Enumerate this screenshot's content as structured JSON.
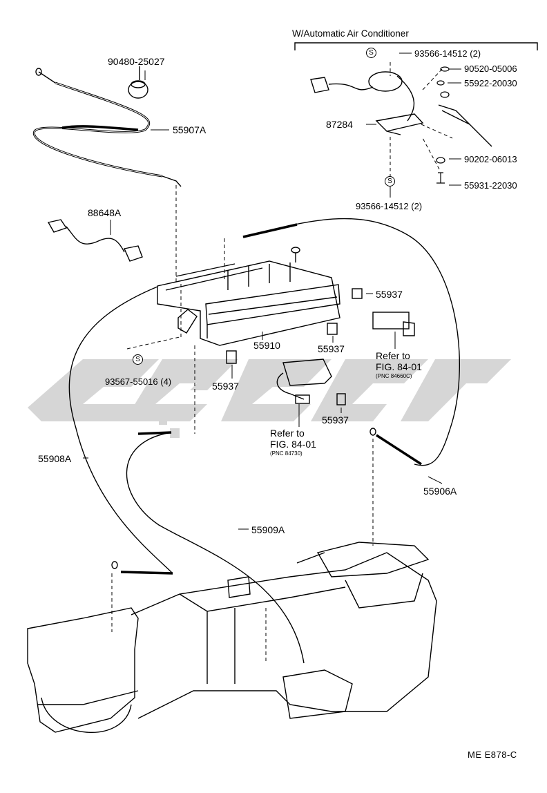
{
  "header": {
    "title": "W/Automatic Air Conditioner"
  },
  "parts": {
    "p90480": "90480-25027",
    "p55907A": "55907A",
    "p88648A": "88648A",
    "p93566a": "93566-14512 (2)",
    "p90520": "90520-05006",
    "p55922": "55922-20030",
    "p87284": "87284",
    "p90202": "90202-06013",
    "p55931": "55931-22030",
    "p93566b": "93566-14512 (2)",
    "p55937a": "55937",
    "p55910": "55910",
    "p55937b": "55937",
    "p93567": "93567-55016 (4)",
    "p55937c": "55937",
    "p55937d": "55937",
    "p55908A": "55908A",
    "p55906A": "55906A",
    "p55909A": "55909A"
  },
  "refs": {
    "ref1_line1": "Refer to",
    "ref1_line2": "FIG. 84-01",
    "ref1_pnc": "(PNC 84660C)",
    "ref2_line1": "Refer to",
    "ref2_line2": "FIG. 84-01",
    "ref2_pnc": "(PNC 84730)"
  },
  "symbols": {
    "s": "S"
  },
  "footer": {
    "code": "ME  E878-C"
  },
  "colors": {
    "line": "#000000",
    "watermark": "#c8c8c8"
  }
}
